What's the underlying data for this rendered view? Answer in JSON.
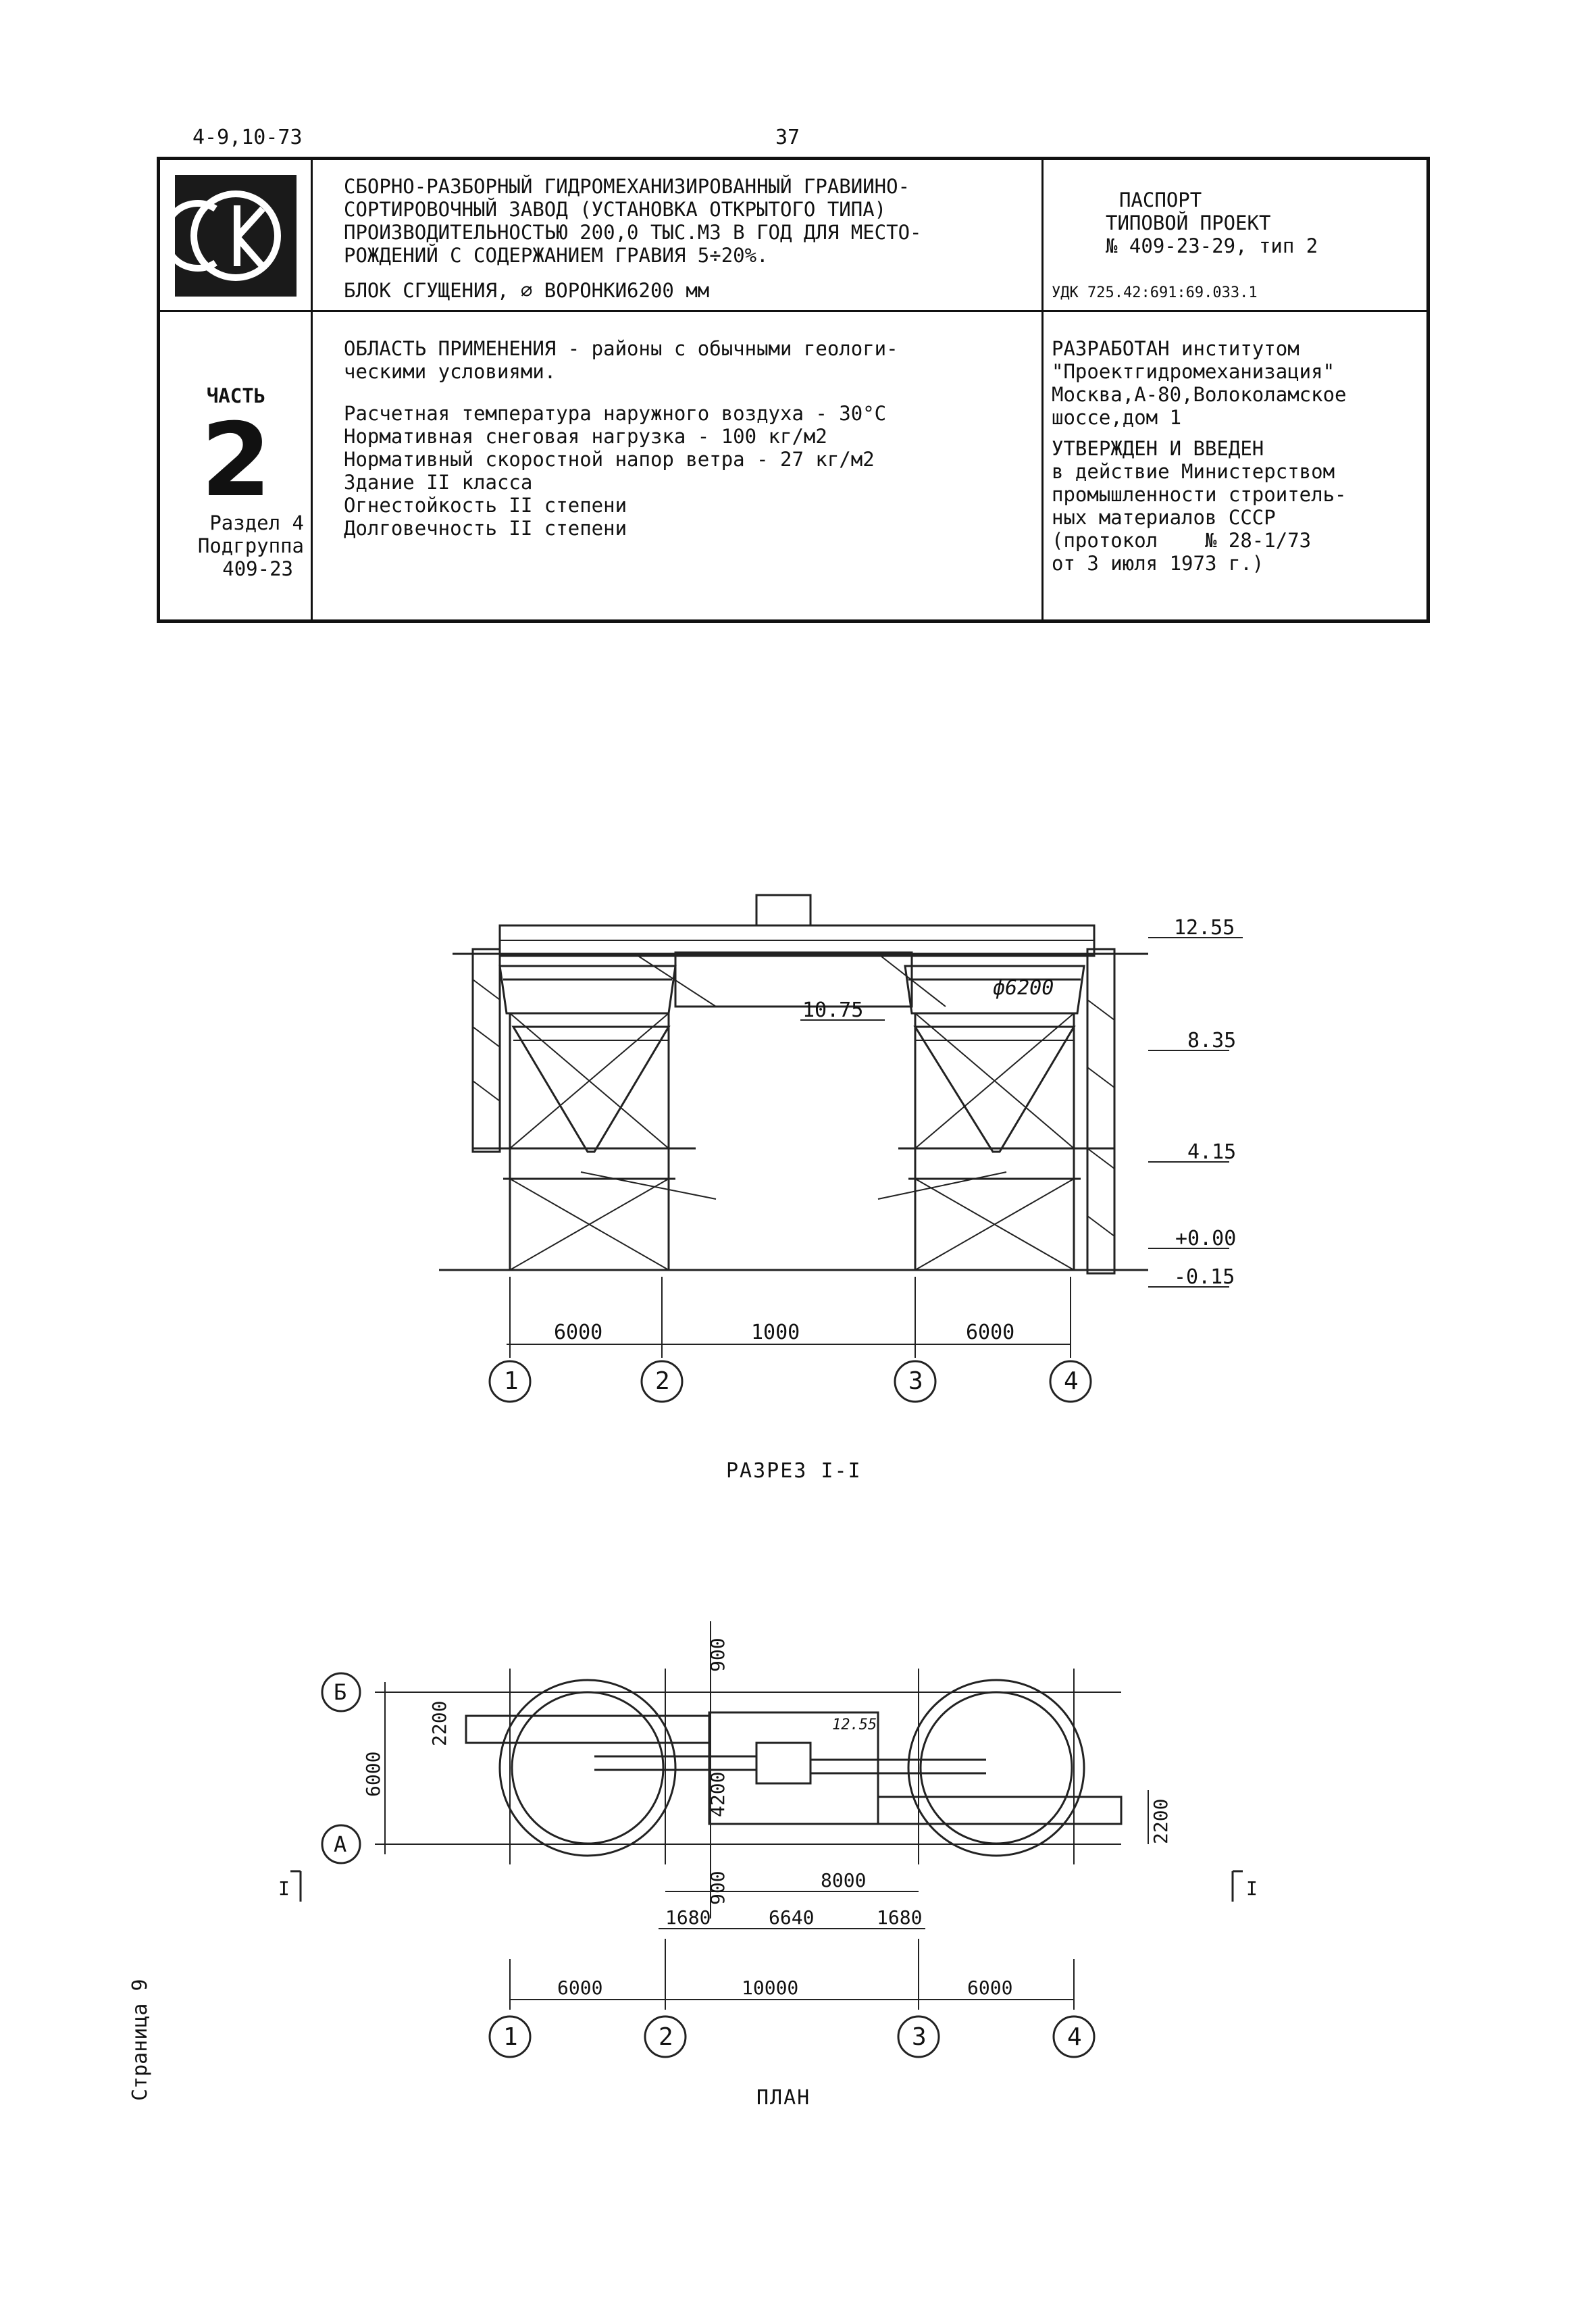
{
  "header": {
    "code": "4-9,10-73",
    "page_number": "37"
  },
  "stamp": {
    "logo": "CK",
    "title_lines": [
      "СБОРНО-РАЗБОРНЫЙ ГИДРОМЕХАНИЗИРОВАННЫЙ ГРАВИИНО-",
      "СОРТИРОВОЧНЫЙ ЗАВОД (УСТАНОВКА ОТКРЫТОГО ТИПА)",
      "ПРОИЗВОДИТЕЛЬНОСТЬЮ 200,0 ТЫС.М3 В ГОД ДЛЯ МЕСТО-",
      "РОЖДЕНИЙ С СОДЕРЖАНИЕМ ГРАВИЯ 5÷20%."
    ],
    "subtitle": "БЛОК СГУЩЕНИЯ, ⌀ ВОРОНКИ6200 мм",
    "passport_lines": [
      "ПАСПОРТ",
      "ТИПОВОЙ ПРОЕКТ",
      "№ 409-23-29, тип 2"
    ],
    "udk": "УДК 725.42:691:69.033.1",
    "part_label": "ЧАСТЬ",
    "part_number": "2",
    "section_lines": [
      "Раздел 4",
      "Подгруппа",
      "409-23"
    ],
    "application_lines": [
      "ОБЛАСТЬ ПРИМЕНЕНИЯ - районы с обычными геологи-",
      "ческими условиями."
    ],
    "spec_lines": [
      "Расчетная температура наружного воздуха - 30°С",
      "Нормативная снеговая нагрузка - 100 кг/м2",
      "Нормативный скоростной напор ветра - 27 кг/м2",
      "Здание II класса",
      "Огнестойкость II степени",
      "Долговечность II степени"
    ],
    "developer_lines": [
      "РАЗРАБОТАН институтом",
      "\"Проектгидромеханизация\"",
      "Москва,А-80,Волоколамское",
      "шоссе,дом 1"
    ],
    "approved_lines": [
      "УТВЕРЖДЕН И ВВЕДЕН",
      "в действие Министерством",
      "промышленности строитель-",
      "ных материалов СССР",
      "(протокол    № 28-1/73",
      "от 3 июля 1973 г.)"
    ]
  },
  "section_drawing": {
    "caption": "РАЗРЕЗ I-I",
    "elevations": [
      "12.55",
      "8.35",
      "4.15",
      "+0.00",
      "-0.15"
    ],
    "inner_elevation": "10.75",
    "diameter_label": "ф6200",
    "spans": [
      "6000",
      "1000",
      "6000"
    ],
    "axes": [
      "1",
      "2",
      "3",
      "4"
    ]
  },
  "plan_drawing": {
    "caption": "ПЛАН",
    "row_axes": [
      "Б",
      "А"
    ],
    "cut_marks": [
      "I",
      "I"
    ],
    "dims": {
      "vert_top": "900",
      "vert_2200_left": "2200",
      "vert_6000": "6000",
      "vert_4200": "4200",
      "vert_900_bottom": "900",
      "vert_2200_right": "2200",
      "mark_1255": "12.55",
      "span_8000": "8000",
      "left_1680": "1680",
      "mid_6640": "6640",
      "right_1680": "1680"
    },
    "spans": [
      "6000",
      "10000",
      "6000"
    ],
    "axes": [
      "1",
      "2",
      "3",
      "4"
    ]
  },
  "side_note": "Страница 9"
}
